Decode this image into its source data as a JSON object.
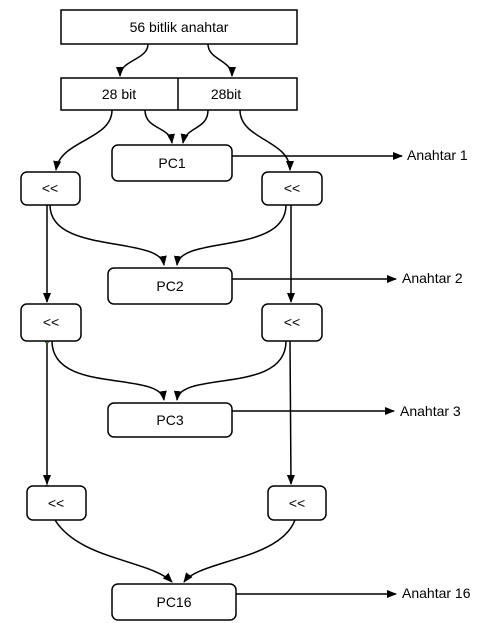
{
  "diagram": {
    "key_box": "56 bitlik anahtar",
    "half_left": "28 bit",
    "half_right": "28bit",
    "shift_label": "<<",
    "pc_boxes": [
      "PC1",
      "PC2",
      "PC3",
      "PC16"
    ],
    "outputs": [
      "Anahtar 1",
      "Anahtar 2",
      "Anahtar 3",
      "Anahtar 16"
    ]
  }
}
